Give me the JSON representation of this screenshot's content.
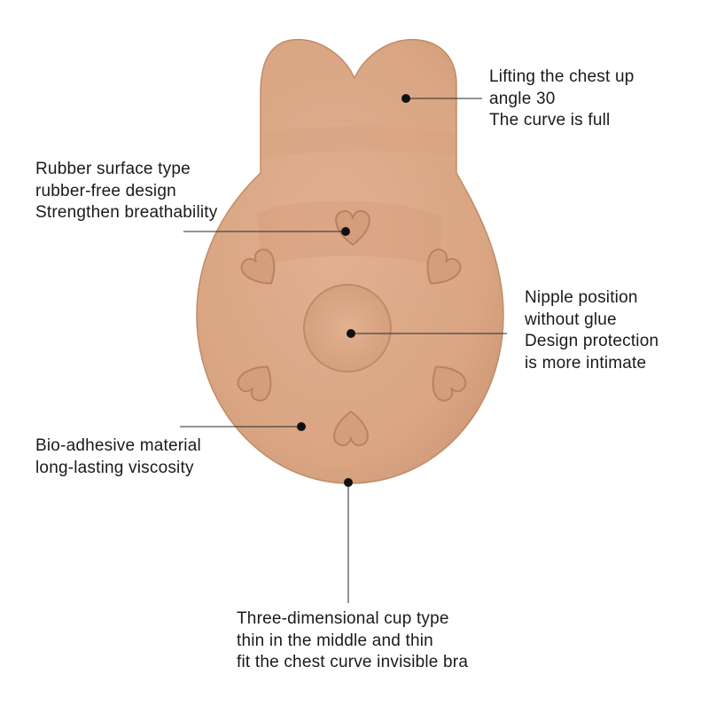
{
  "colors": {
    "product_fill": "#dba886",
    "product_shade": "#c08b68",
    "product_highlight": "#e6b797",
    "leader_line": "#2a2a2a",
    "text": "#1a1a1a"
  },
  "annotations": {
    "lift": {
      "lines": [
        "Lifting the chest up",
        "angle 30",
        "The curve is full"
      ]
    },
    "rubber": {
      "lines": [
        "Rubber surface type",
        "rubber-free design",
        "Strengthen breathability"
      ]
    },
    "nipple": {
      "lines": [
        "Nipple position",
        "without glue",
        "Design protection",
        "is more intimate"
      ]
    },
    "bio": {
      "lines": [
        "Bio-adhesive material",
        "long-lasting viscosity"
      ]
    },
    "cup": {
      "lines": [
        "Three-dimensional cup type",
        "thin in the middle and thin",
        "fit the chest curve invisible bra"
      ]
    }
  }
}
